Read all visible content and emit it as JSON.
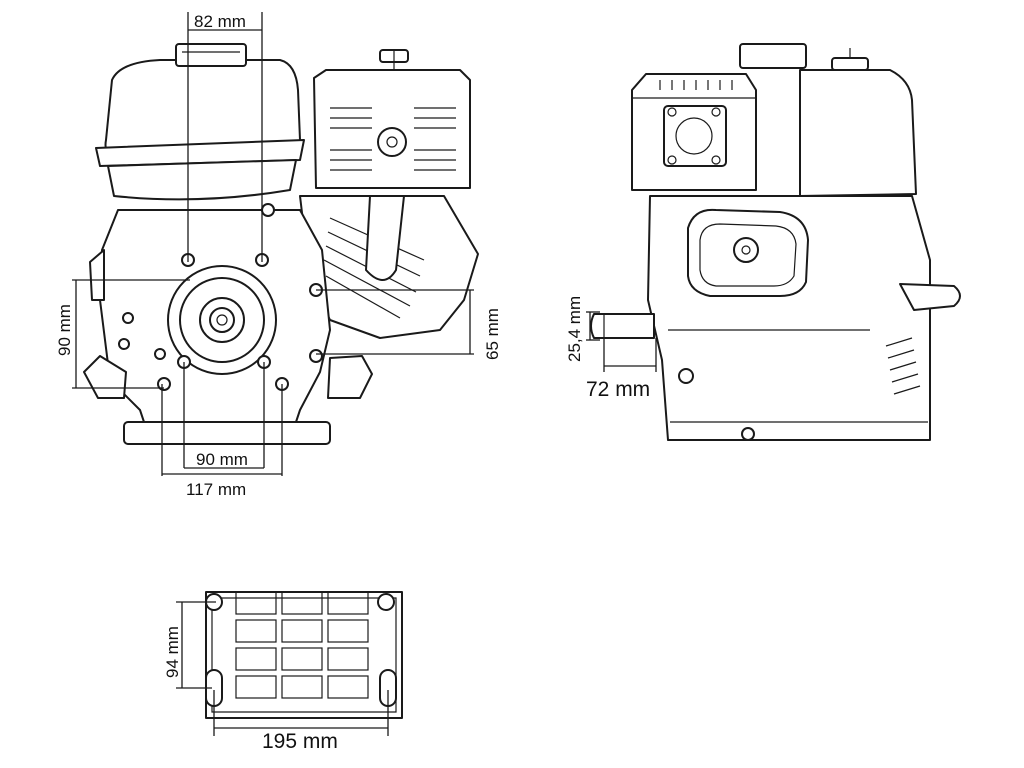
{
  "dimensions": {
    "front_top_width": "82 mm",
    "front_bolt_spacing": "90 mm",
    "front_base_width": "117 mm",
    "front_left_height": "90 mm",
    "front_right_height": "65 mm",
    "side_shaft_diameter": "25,4 mm",
    "side_shaft_length": "72 mm",
    "base_depth": "94 mm",
    "base_width": "195 mm"
  }
}
